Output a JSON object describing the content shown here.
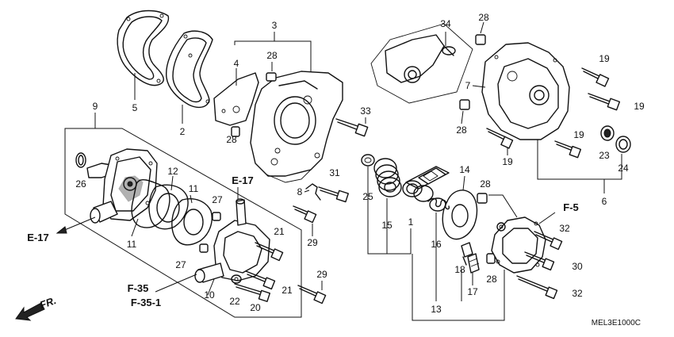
{
  "callouts": {
    "c1": "1",
    "c2": "2",
    "c3": "3",
    "c4": "4",
    "c5": "5",
    "c6": "6",
    "c7": "7",
    "c8": "8",
    "c9": "9",
    "c10": "10",
    "c11a": "11",
    "c11b": "11",
    "c12": "12",
    "c13": "13",
    "c14": "14",
    "c15": "15",
    "c16": "16",
    "c17": "17",
    "c18": "18",
    "c19a": "19",
    "c19b": "19",
    "c19c": "19",
    "c19d": "19",
    "c20": "20",
    "c21a": "21",
    "c21b": "21",
    "c22": "22",
    "c23": "23",
    "c24": "24",
    "c25": "25",
    "c26": "26",
    "c27a": "27",
    "c27b": "27",
    "c28a": "28",
    "c28b": "28",
    "c28c": "28",
    "c28d": "28",
    "c28e": "28",
    "c28f": "28",
    "c29a": "29",
    "c29b": "29",
    "c30": "30",
    "c31": "31",
    "c32a": "32",
    "c32b": "32",
    "c33": "33",
    "c34": "34"
  },
  "references": {
    "e17_top": "E-17",
    "e17_left": "E-17",
    "f5": "F-5",
    "f35": "F-35",
    "f35_1": "F-35-1",
    "front": "FR."
  },
  "diagram_code": "MEL3E1000C"
}
